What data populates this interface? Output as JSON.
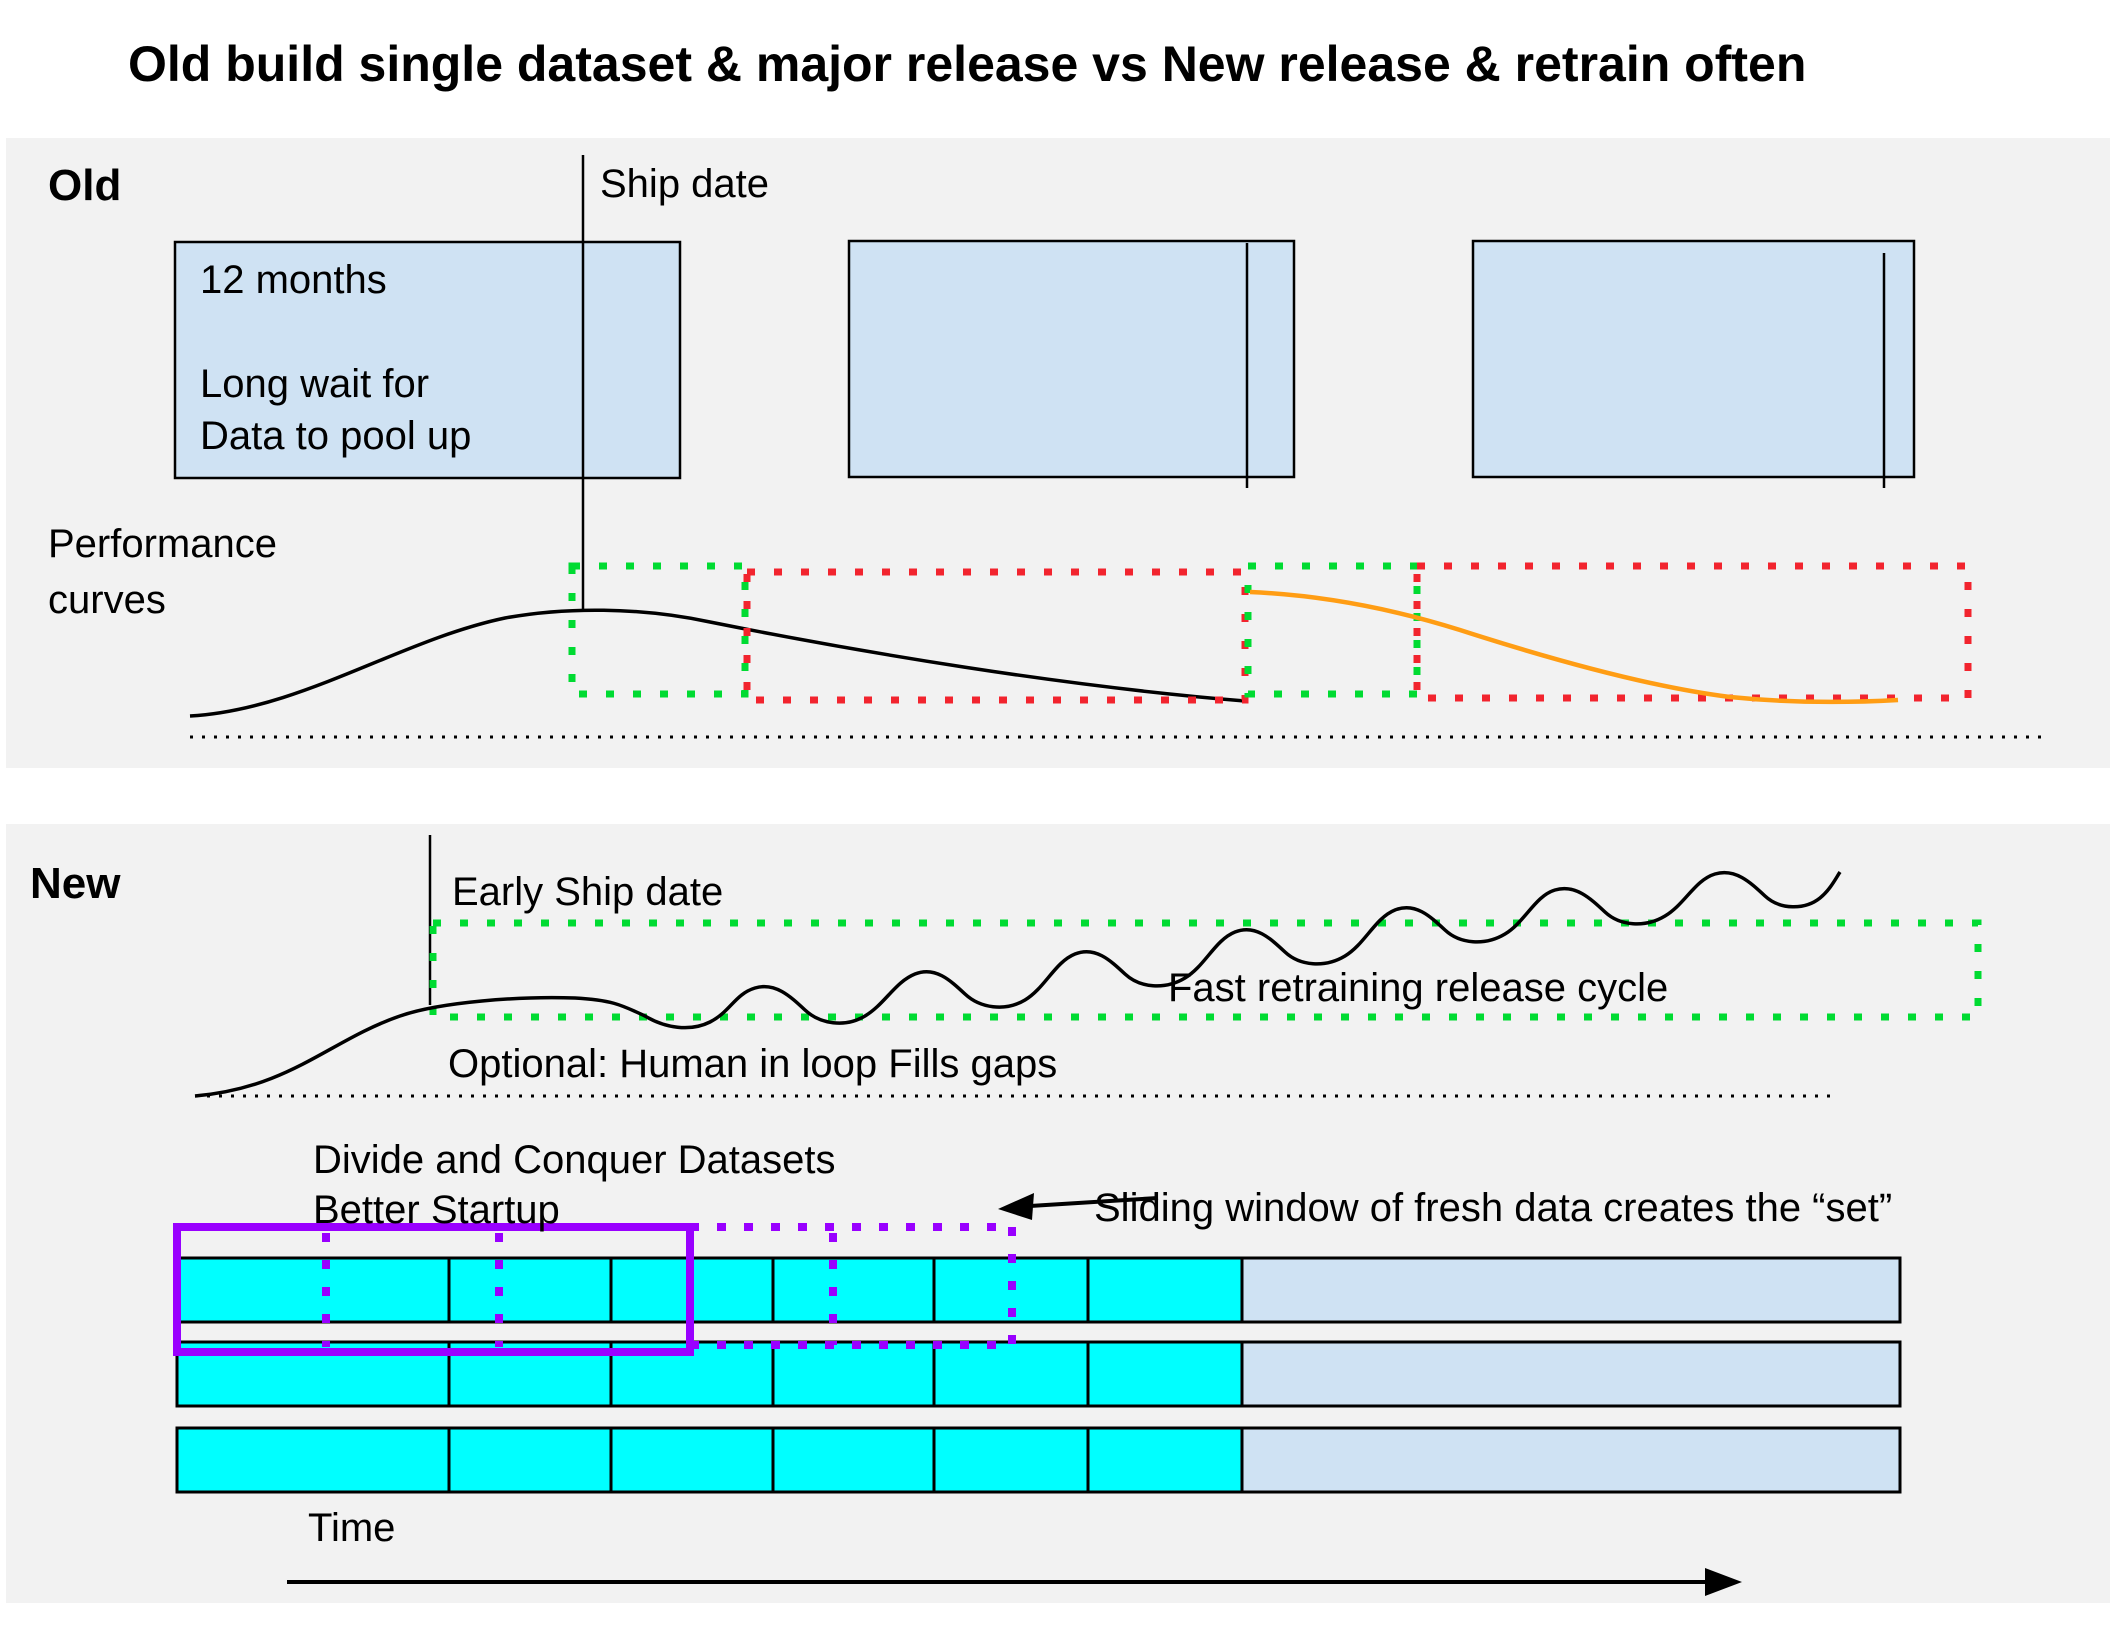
{
  "title": "Old build single dataset & major release vs New release & retrain often",
  "old": {
    "label": "Old",
    "ship_date": "Ship date",
    "box1": {
      "months": "12 months",
      "wait_line1": "Long wait for",
      "wait_line2": "Data to pool up"
    },
    "performance_line1": "Performance",
    "performance_line2": "curves"
  },
  "new": {
    "label": "New",
    "early_ship_date": "Early Ship date",
    "fast_retraining": "Fast retraining release cycle",
    "optional_human": "Optional: Human in loop Fills gaps",
    "divide_conquer": "Divide and Conquer Datasets",
    "better_startup": "Better Startup",
    "sliding_window": "Sliding window of fresh data creates the “set”",
    "time_axis": "Time"
  },
  "colors": {
    "band_background": "#f2f2f2",
    "dataset_box_fill": "#cfe2f3",
    "fresh_data_cyan": "#00ffff",
    "future_data_blue": "#cfe2f3",
    "window_purple": "#9900ff",
    "release_window_green": "#00db32",
    "stale_window_red": "#f2242e",
    "decay_curve_orange": "#ff9d14",
    "curve_black": "#000000"
  }
}
